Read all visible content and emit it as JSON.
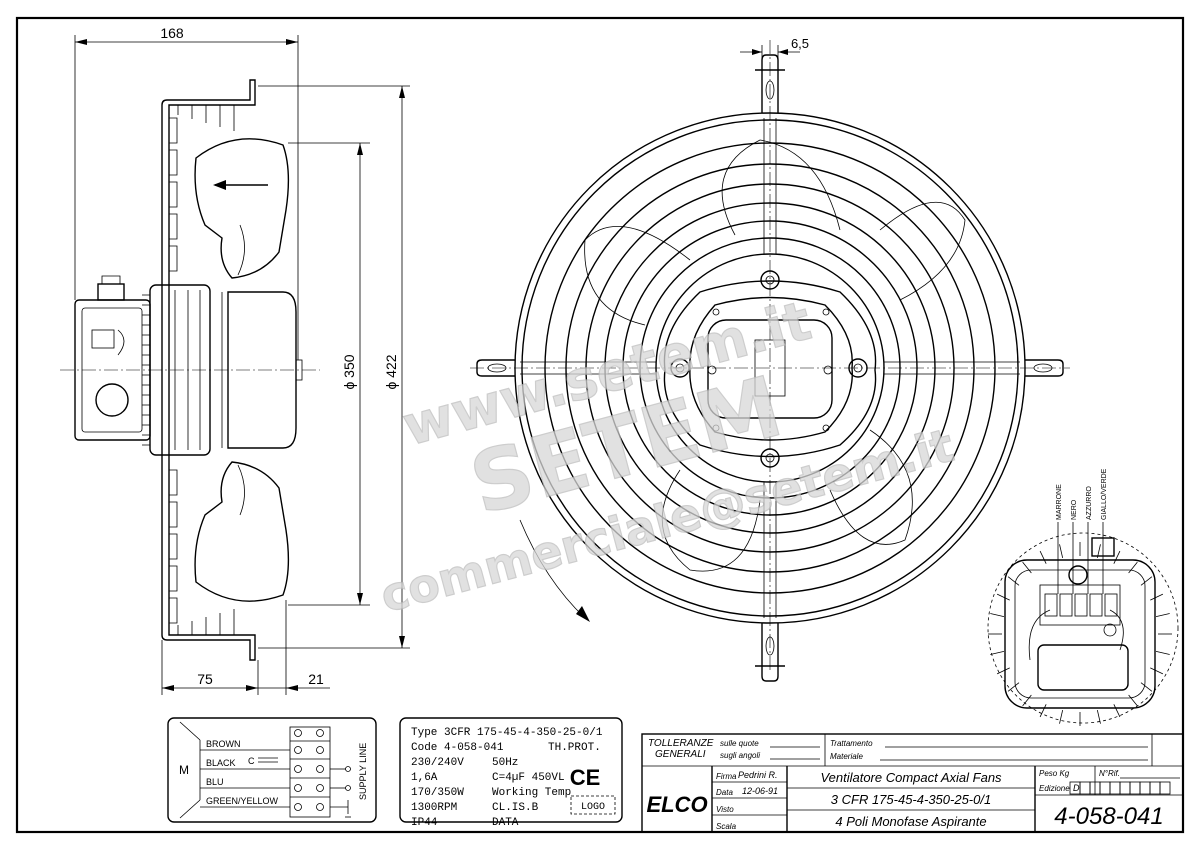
{
  "dimensions": {
    "width_overall": "168",
    "width_motor": "75",
    "width_flange": "21",
    "dia_impeller": "ϕ 350",
    "dia_guard": "ϕ 422",
    "guard_slot": "6,5"
  },
  "wiring": {
    "motor_symbol": "M",
    "capacitor": "C",
    "wires": [
      "BROWN",
      "BLACK",
      "BLU",
      "GREEN/YELLOW"
    ],
    "supply": "SUPPLY LINE"
  },
  "terminal_labels": [
    "MARRONE",
    "NERO",
    "AZZURRO",
    "GIALLO/VERDE"
  ],
  "nameplate": {
    "type": "Type 3CFR 175-45-4-350-25-0/1",
    "code": "Code 4-058-041",
    "thprot": "TH.PROT.",
    "voltage": "230/240V",
    "freq": "50Hz",
    "current": "1,6A",
    "cap": "C=4µF 450VL",
    "power": "170/350W",
    "working": "Working Temp",
    "rpm": "1300RPM",
    "clis": "CL.IS.B",
    "ip": "IP44",
    "data": "DATA",
    "logo": "LOGO",
    "ce": "CE"
  },
  "titleblock": {
    "tolleranze_1": "TOLLERANZE",
    "tolleranze_2": "GENERALI",
    "sulle_quote": "sulle quote",
    "sugli_angoli": "sugli angoli",
    "trattamento": "Trattamento",
    "materiale": "Materiale",
    "firma_label": "Firma",
    "firma": "Pedrini R.",
    "data_label": "Data",
    "date": "12-06-91",
    "visto": "Visto",
    "scala": "Scala",
    "company": "ELCO",
    "title_1": "Ventilatore Compact Axial Fans",
    "title_2": "3 CFR 175-45-4-350-25-0/1",
    "title_3": "4 Poli  Monofase  Aspirante",
    "peso": "Peso Kg",
    "nrif": "N°Rif.",
    "edizione": "Edizione",
    "edizione_val": "D",
    "drawing_no": "4-058-041"
  },
  "watermark": {
    "line1": "www.setem.it",
    "line2": "SETEM",
    "line3": "commerciale@setem.it"
  }
}
